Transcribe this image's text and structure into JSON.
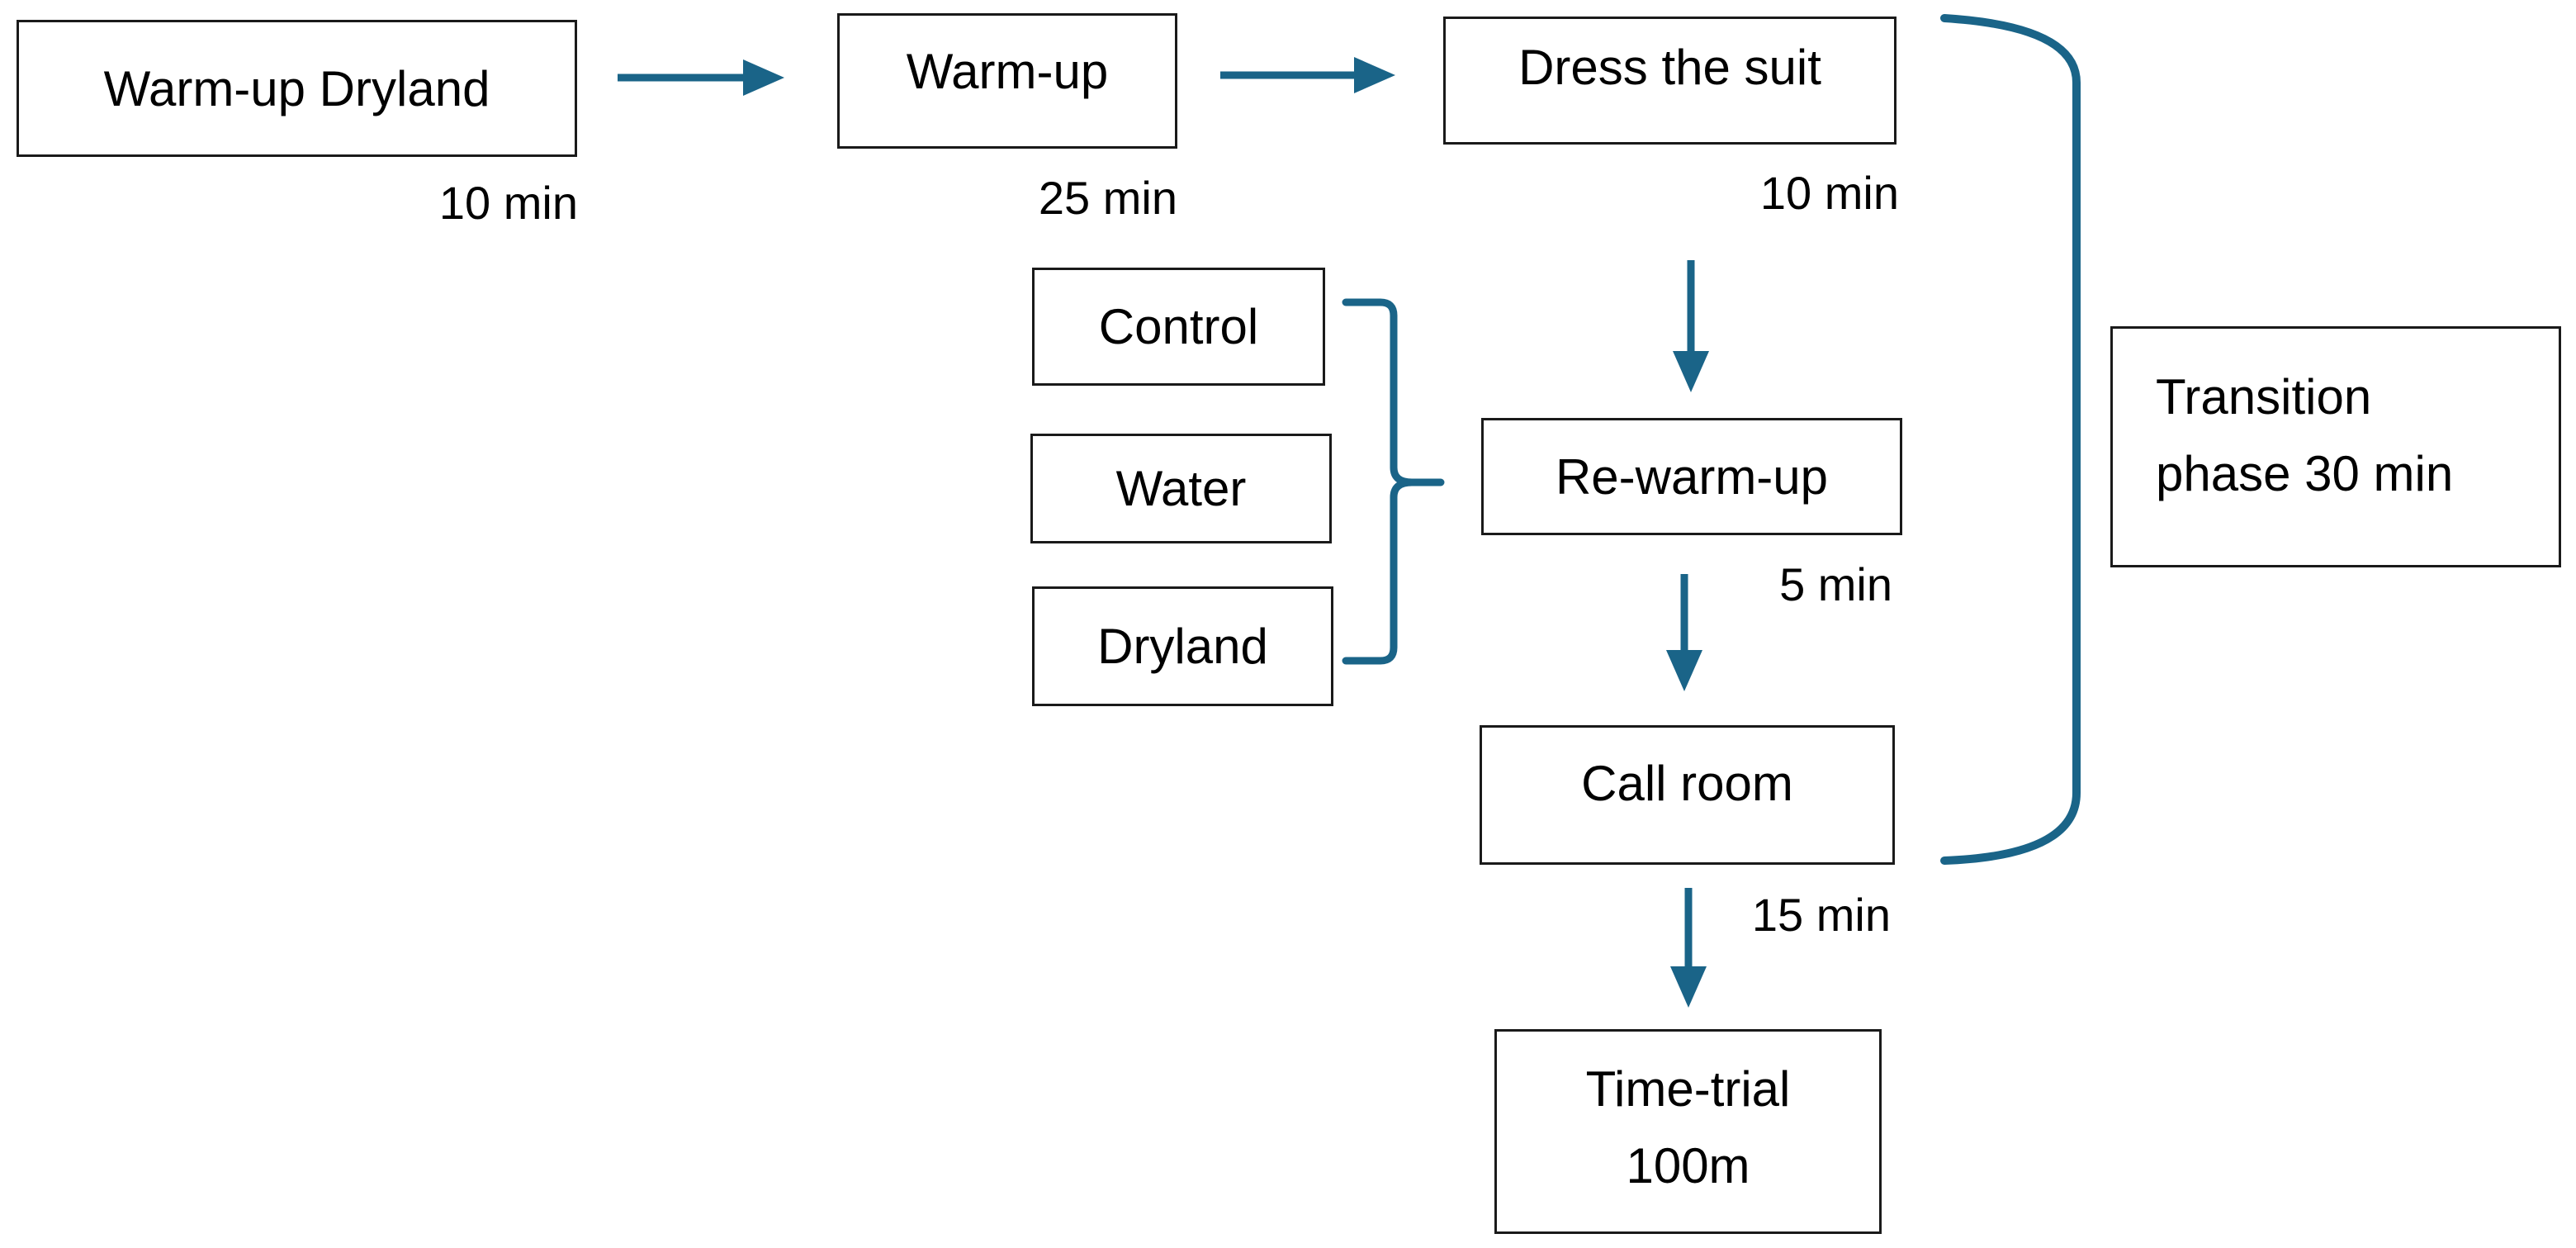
{
  "colors": {
    "connector": "#1a6488",
    "box_border": "#1a1a1a",
    "text": "#000000",
    "background": "#ffffff"
  },
  "boxes": {
    "warmup_dryland": "Warm-up Dryland",
    "warmup": "Warm-up",
    "dress_suit": "Dress the suit",
    "control": "Control",
    "water": "Water",
    "dryland": "Dryland",
    "rewarmup": "Re-warm-up",
    "call_room": "Call room",
    "time_trial_line1": "Time-trial",
    "time_trial_line2": "100m",
    "transition_line1": "Transition",
    "transition_line2": "phase 30 min"
  },
  "durations": {
    "warmup_dryland": "10 min",
    "warmup": "25 min",
    "dress_suit": "10 min",
    "rewarmup": "5 min",
    "call_room": "15 min"
  }
}
